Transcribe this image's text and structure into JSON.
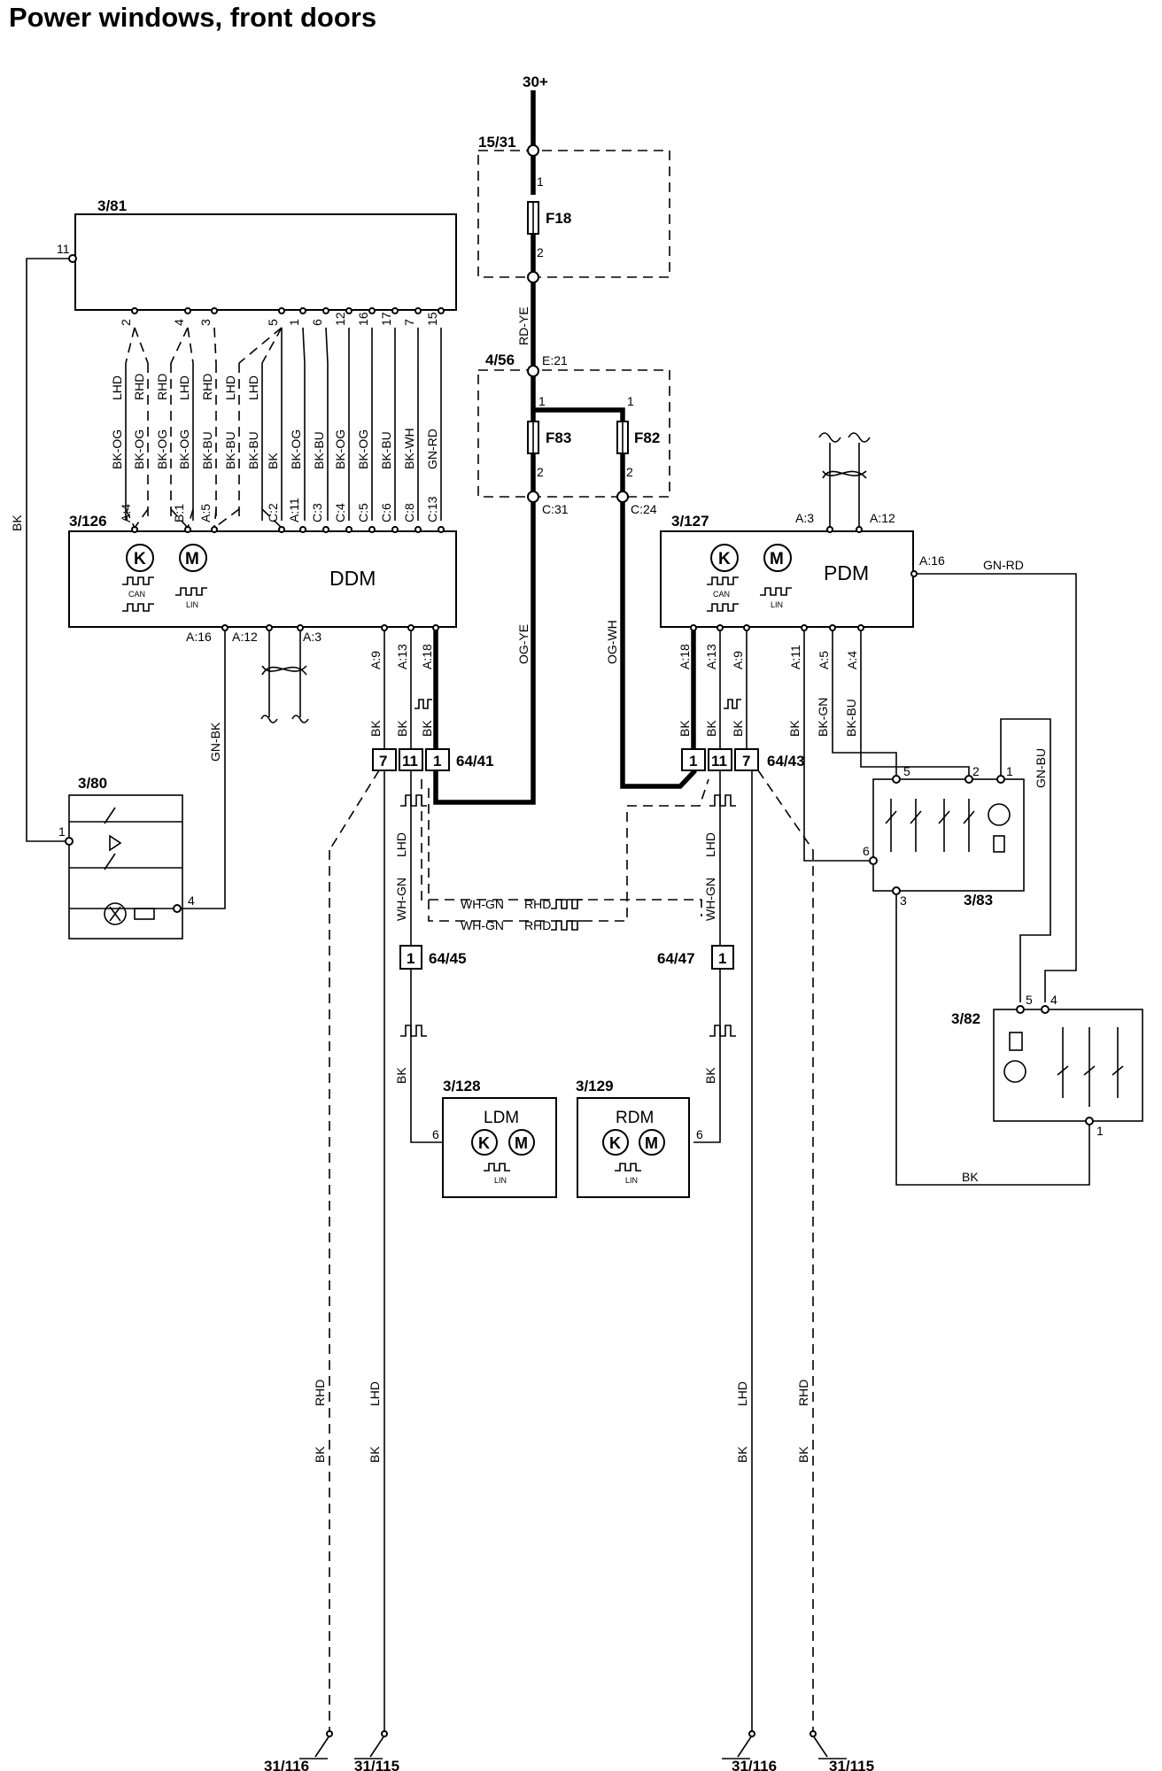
{
  "title": "Power windows, front doors",
  "supply": {
    "label": "30+"
  },
  "components": {
    "c15_31": "15/31",
    "c4_56": "4/56",
    "c3_81": "3/81",
    "c3_126": "3/126",
    "c3_127": "3/127",
    "c3_80": "3/80",
    "c3_83": "3/83",
    "c3_82": "3/82",
    "c3_128": "3/128",
    "c3_129": "3/129",
    "c64_41": "64/41",
    "c64_43": "64/43",
    "c64_45": "64/45",
    "c64_47": "64/47"
  },
  "fuses": {
    "f18": "F18",
    "f83": "F83",
    "f82": "F82"
  },
  "modules": {
    "ddm": "DDM",
    "pdm": "PDM",
    "ldm": "LDM",
    "rdm": "RDM"
  },
  "module_icons": {
    "k": "K",
    "m": "M",
    "can": "CAN",
    "lin": "LIN"
  },
  "pins": {
    "f18_1": "1",
    "f18_2": "2",
    "e21": "E:21",
    "f83_1": "1",
    "f83_2": "2",
    "f82_1": "1",
    "f82_2": "2",
    "c31": "C:31",
    "c24": "C:24",
    "p3_81_11": "11",
    "p3_81_top": [
      "2",
      "4",
      "3",
      "5",
      "1",
      "6",
      "12",
      "16",
      "17",
      "7",
      "15"
    ],
    "ddm_top": [
      "A:4",
      "B:1",
      "A:5",
      "C:2",
      "A:11",
      "C:3",
      "C:4",
      "C:5",
      "C:6",
      "C:8",
      "C:13"
    ],
    "ddm_bottom": [
      "A:16",
      "A:12",
      "A:3",
      "A:9",
      "A:13",
      "A:18"
    ],
    "pdm_top": [
      "A:3",
      "A:12"
    ],
    "pdm_a16": "A:16",
    "pdm_bottom": [
      "A:18",
      "A:13",
      "A:9",
      "A:11",
      "A:5",
      "A:4"
    ],
    "conn_64_41": [
      "7",
      "11",
      "1"
    ],
    "conn_64_43": [
      "1",
      "11",
      "7"
    ],
    "conn_64_45": "1",
    "conn_64_47": "1",
    "p3_80_1": "1",
    "p3_80_4": "4",
    "p3_83": [
      "5",
      "2",
      "1",
      "6",
      "3"
    ],
    "p3_82": [
      "5",
      "4",
      "1"
    ],
    "ldm_6": "6",
    "rdm_6": "6"
  },
  "wires": {
    "rd_ye": "RD-YE",
    "og_ye": "OG-YE",
    "og_wh": "OG-WH",
    "bk": "BK",
    "gn_bk": "GN-BK",
    "gn_rd": "GN-RD",
    "gn_bu": "GN-BU",
    "bk_gn": "BK-GN",
    "bk_bu": "BK-BU",
    "wh_gn": "WH-GN",
    "lhd": "LHD",
    "rhd": "RHD",
    "top_colors": [
      "BK-OG",
      "BK-OG",
      "BK-OG",
      "BK-OG",
      "BK-BU",
      "BK-BU",
      "BK-BU",
      "BK",
      "BK-OG",
      "BK-BU",
      "BK-OG",
      "BK-OG",
      "BK-BU",
      "BK-WH",
      "GN-RD"
    ],
    "top_variants": [
      "LHD",
      "RHD",
      "RHD",
      "LHD",
      "RHD",
      "LHD",
      "LHD"
    ]
  },
  "grounds": [
    "31/116",
    "31/115",
    "31/116",
    "31/115"
  ]
}
